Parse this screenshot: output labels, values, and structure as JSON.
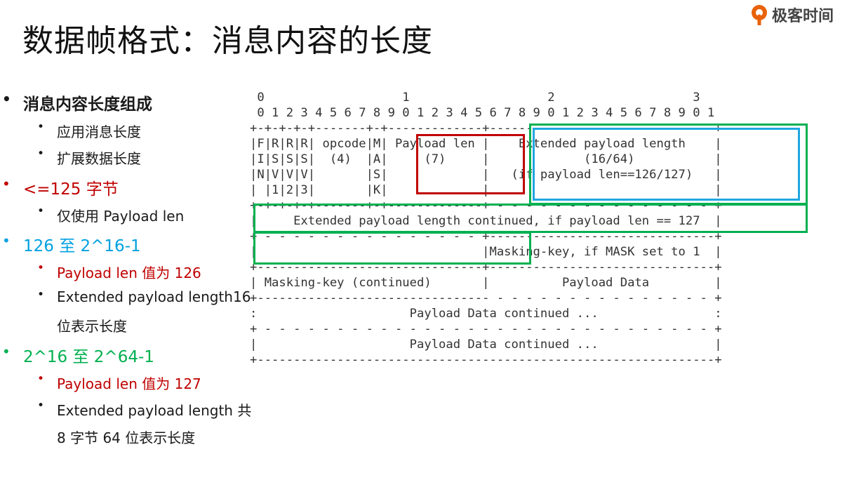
{
  "header": {
    "title": "数据帧格式：消息内容的长度",
    "logo_text": "极客时间",
    "logo_icon": "geektime-logo-icon",
    "brand_color": "#e8620a"
  },
  "bullets": [
    {
      "text": "消息内容长度组成",
      "level": 1,
      "color": "#1a1a1a"
    },
    {
      "text": "应用消息长度",
      "level": 2,
      "color": "#1a1a1a"
    },
    {
      "text": "扩展数据长度",
      "level": 2,
      "color": "#1a1a1a"
    },
    {
      "text": "<=125 字节",
      "level": 1,
      "color": "#c00000"
    },
    {
      "text": "仅使用 Payload len",
      "level": 2,
      "color": "#1a1a1a"
    },
    {
      "text": "126 至 2^16-1",
      "level": 1,
      "color": "#00a0e0"
    },
    {
      "text": "Payload len 值为 126",
      "level": 2,
      "color": "#c00000"
    },
    {
      "text": "Extended payload length16",
      "level": 2,
      "color": "#1a1a1a"
    },
    {
      "text": "位表示长度",
      "level": 2,
      "color": "#1a1a1a"
    },
    {
      "text": "2^16 至 2^64-1",
      "level": 1,
      "color": "#00b050"
    },
    {
      "text": "Payload len 值为 127",
      "level": 2,
      "color": "#c00000"
    },
    {
      "text": "Extended payload length 共",
      "level": 2,
      "color": "#1a1a1a"
    },
    {
      "text": "8 字节 64 位表示长度",
      "level": 2,
      "color": "#1a1a1a"
    }
  ],
  "frame_diagram": {
    "lines": [
      " 0                   1                   2                   3",
      " 0 1 2 3 4 5 6 7 8 9 0 1 2 3 4 5 6 7 8 9 0 1 2 3 4 5 6 7 8 9 0 1",
      "+-+-+-+-+-------+-+-------------+-------------------------------+",
      "|F|R|R|R| opcode|M| Payload len |    Extended payload length    |",
      "|I|S|S|S|  (4)  |A|     (7)     |             (16/64)           |",
      "|N|V|V|V|       |S|             |   (if payload len==126/127)   |",
      "| |1|2|3|       |K|             |                               |",
      "+-+-+-+-+-------+-+-------------+ - - - - - - - - - - - - - - - +",
      "|     Extended payload length continued, if payload len == 127  |",
      "+ - - - - - - - - - - - - - - - +-------------------------------+",
      "|                               |Masking-key, if MASK set to 1  |",
      "+-------------------------------+-------------------------------+",
      "| Masking-key (continued)       |          Payload Data         |",
      "+-------------------------------- - - - - - - - - - - - - - - - +",
      ":                     Payload Data continued ...                :",
      "+ - - - - - - - - - - - - - - - - - - - - - - - - - - - - - - - +",
      "|                     Payload Data continued ...                |",
      "+---------------------------------------------------------------+"
    ]
  }
}
